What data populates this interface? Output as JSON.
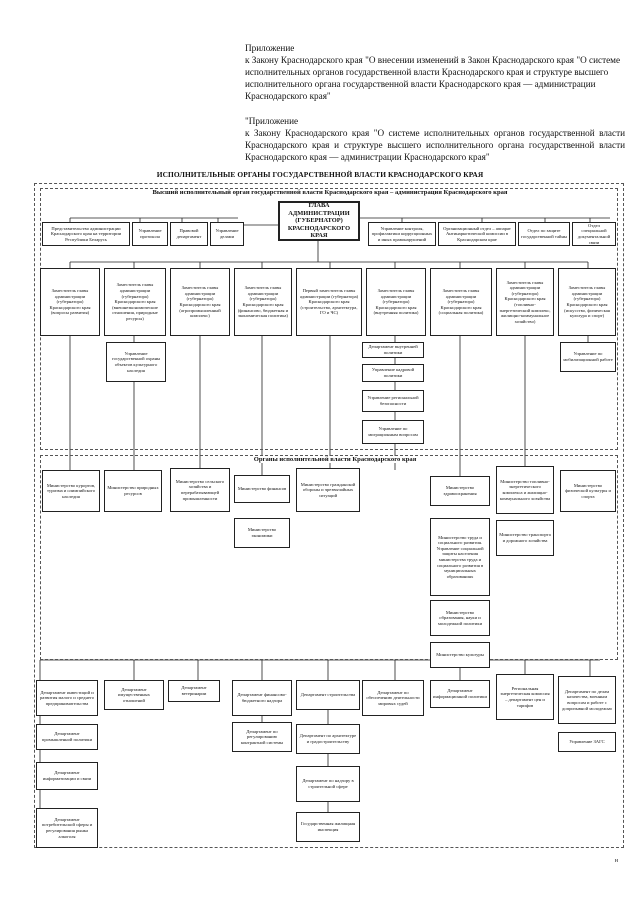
{
  "header": {
    "line1": "Приложение",
    "line2": "к Закону Краснодарского края \"О внесении изменений в Закон Краснодарского края \"О системе исполнительных органов государственной власти Краснодарского края и структуре высшего исполнительного органа государственной власти Краснодарского края — администрации Краснодарского края\"",
    "line3": "\"Приложение",
    "line4": "к Закону Краснодарского края \"О системе исполнительных органов государственной власти Краснодарского края и структуре высшего исполнительного органа государственной власти Краснодарского края — администрации Краснодарского края\""
  },
  "chart": {
    "title": "ИСПОЛНИТЕЛЬНЫЕ ОРГАНЫ ГОСУДАРСТВЕННОЙ ВЛАСТИ КРАСНОДАРСКОГО КРАЯ",
    "top_band": "Высший исполнительный орган государственной власти Краснодарского края – администрация Краснодарского края",
    "mid_band": "Органы исполнительной власти Краснодарского края",
    "head": "ГЛАВА АДМИНИСТРАЦИИ (ГУБЕРНАТОР) КРАСНОДАРСКОГО КРАЯ",
    "top_left": [
      "Представительство администрации Краснодарского края на территории Республики Беларусь",
      "Управление протокола",
      "Правовой департамент",
      "Управление делами"
    ],
    "top_right": [
      "Управление контроля, профилактики коррупционных и иных правонарушений",
      "Организационный отдел – аппарат Антинаркотической комиссии в Краснодарском крае",
      "Отдел по защите государственной тайны",
      "Отдел специальной документальной связи"
    ],
    "deputies": [
      "Заместитель главы администрации (губернатора) Краснодарского края (вопросы развития)",
      "Заместитель главы администрации (губернатора) Краснодарского края (внешнеэкономические отношения, природные ресурсы)",
      "Заместитель главы администрации (губернатора) Краснодарского края (агропромышленный комплекс)",
      "Заместитель главы администрации (губернатора) Краснодарского края (финансово, бюджетная и экономическая политика)",
      "Первый заместитель главы администрации (губернатора) Краснодарского края (строительство, архитектура, ГО и ЧС)",
      "Заместитель главы администрации (губернатора) Краснодарского края (внутренняя политика)",
      "Заместитель главы администрации (губернатора) Краснодарского края (социальная политика)",
      "Заместитель главы администрации (губернатора) Краснодарского края (топливно-энергетический комплекс, жилищно-коммунальное хозяйство)",
      "Заместитель главы администрации (губернатора) Краснодарского края (искусство, физическая культура и спорт)"
    ],
    "under_deputy2": "Управление государственной охраны объектов культурного наследия",
    "under_deputy6": [
      "Департамент внутренней политики",
      "Управление кадровой политики",
      "Управление региональной безопасности",
      "Управление по миграционным вопросам"
    ],
    "under_deputy9": "Управление по мобилизационной работе",
    "ministries": [
      "Министерство курортов, туризма и олимпийского наследия",
      "Министерство природных ресурсов",
      "Министерство сельского хозяйства и перерабатывающей промышленности",
      "Министерство финансов",
      "Министерство гражданской обороны и чрезвычайных ситуаций",
      "Министерство здравоохранения",
      "Министерство топливно-энергетического комплекса и жилищно-коммунального хозяйства",
      "Министерство физической культуры и спорта"
    ],
    "min_economy": "Министерство экономики",
    "min_social": [
      "Министерство труда и социального развития. Управление социальной защиты населения министерства труда и социального развития в муниципальных образованиях",
      "Министерство образования, науки и молодежной политики",
      "Министерство культуры"
    ],
    "min_transport": "Министерство транспорта и дорожного хозяйства",
    "departments": {
      "col1": [
        "Департамент инвестиций и развития малого и среднего предпринимательства",
        "Департамент промышленной политики",
        "Департамент информатизации и связи",
        "Департамент потребительской сферы и регулирования рынка алкоголя"
      ],
      "col2": [
        "Департамент имущественных отношений"
      ],
      "col3": [
        "Департамент ветеринарии"
      ],
      "col4": [
        "Департамент финансово-бюджетного надзора",
        "Департамент по регулированию контрактной системы"
      ],
      "col5": [
        "Департамент строительства",
        "Департамент по архитектуре и градостроительству",
        "Департамент по надзору в строительной сфере",
        "Государственная жилищная инспекция"
      ],
      "col6": [
        "Департамент по обеспечению деятельности мировых судей"
      ],
      "col7": [
        "Департамент информационной политики"
      ],
      "col8": [
        "Региональная энергетическая комиссия – департамент цен и тарифов"
      ],
      "col9": [
        "Департамент по делам казачества, военным вопросам и работе с допризывной молодежью",
        "Управление ЗАГС"
      ]
    },
    "page_mark": "н"
  }
}
